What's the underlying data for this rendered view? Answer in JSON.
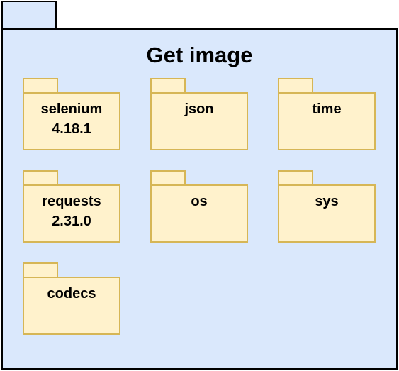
{
  "package": {
    "title": "Get image",
    "fill_color": "#dae8fc",
    "stroke_color": "#000000"
  },
  "module_style": {
    "fill_color": "#fff2cc",
    "stroke_color": "#d6b656"
  },
  "modules": [
    {
      "name": "selenium",
      "version": "4.18.1"
    },
    {
      "name": "json",
      "version": ""
    },
    {
      "name": "time",
      "version": ""
    },
    {
      "name": "requests",
      "version": "2.31.0"
    },
    {
      "name": "os",
      "version": ""
    },
    {
      "name": "sys",
      "version": ""
    },
    {
      "name": "codecs",
      "version": ""
    }
  ]
}
